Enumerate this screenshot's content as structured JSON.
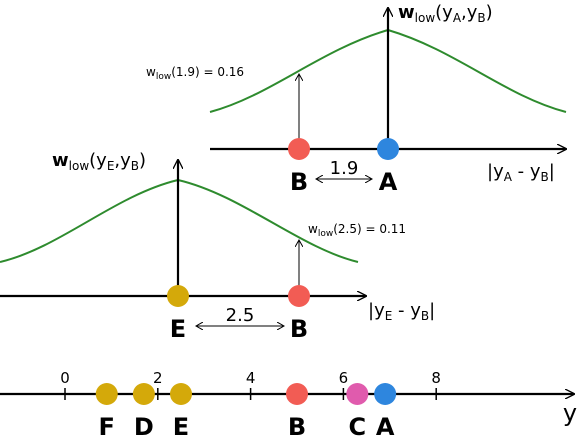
{
  "colors": {
    "curve": "#2e8b2e",
    "axis": "#000000",
    "point_A": "#2e86de",
    "point_B": "#f25c54",
    "point_C": "#e05bad",
    "point_gold": "#d4a90a"
  },
  "top_panel": {
    "ylabel_main": "w",
    "ylabel_sub": "low",
    "ylabel_args": "(y",
    "ylabel_a_sub": "A",
    "ylabel_comma": ",y",
    "ylabel_b_sub": "B",
    "ylabel_close": ")",
    "xlabel_open": "|y",
    "xlabel_a_sub": "A",
    "xlabel_mid": " - y",
    "xlabel_b_sub": "B",
    "xlabel_close": "|",
    "annot_w": "w",
    "annot_sub": "low",
    "annot_rest": "(1.9) = 0.16",
    "label_B": "B",
    "label_A": "A",
    "distance": "1.9"
  },
  "bottom_panel": {
    "ylabel_main": "w",
    "ylabel_sub": "low",
    "ylabel_args": "(y",
    "ylabel_e_sub": "E",
    "ylabel_comma": ",y",
    "ylabel_b_sub": "B",
    "ylabel_close": ")",
    "xlabel_open": "|y",
    "xlabel_e_sub": "E",
    "xlabel_mid": " - y",
    "xlabel_b_sub": "B",
    "xlabel_close": "|",
    "annot_w": "w",
    "annot_sub": "low",
    "annot_rest": "(2.5) = 0.11",
    "label_E": "E",
    "label_B": "B",
    "distance": "2.5"
  },
  "number_line": {
    "axis_label": "y",
    "ticks": [
      "0",
      "2",
      "4",
      "6",
      "8"
    ],
    "points": [
      {
        "label": "F",
        "value": 0.9
      },
      {
        "label": "D",
        "value": 1.7
      },
      {
        "label": "E",
        "value": 2.5
      },
      {
        "label": "B",
        "value": 5.0
      },
      {
        "label": "C",
        "value": 6.3
      },
      {
        "label": "A",
        "value": 6.9
      }
    ]
  }
}
